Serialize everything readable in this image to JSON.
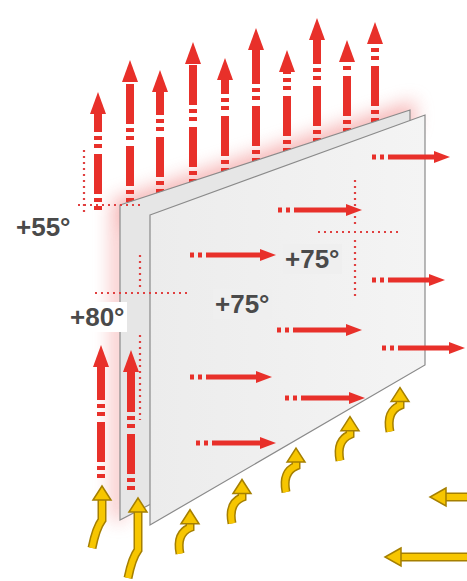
{
  "diagram": {
    "labels": [
      "+55°",
      "+80°",
      "+75°",
      "+75°"
    ]
  }
}
